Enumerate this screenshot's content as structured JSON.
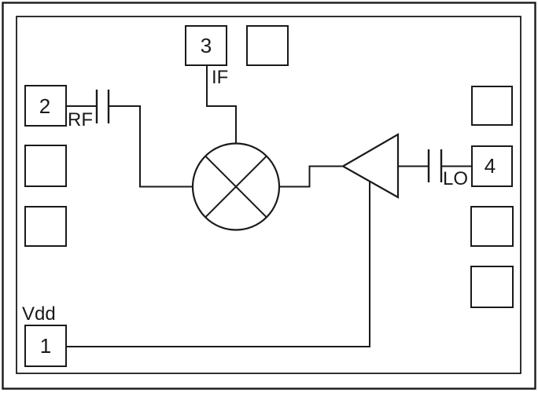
{
  "diagram": {
    "colors": {
      "line": "#1a1a1a",
      "background": "#ffffff"
    },
    "ports": [
      {
        "pin": "1",
        "signal": "Vdd"
      },
      {
        "pin": "2",
        "signal": "RF"
      },
      {
        "pin": "3",
        "signal": "IF"
      },
      {
        "pin": "4",
        "signal": "LO"
      }
    ]
  }
}
